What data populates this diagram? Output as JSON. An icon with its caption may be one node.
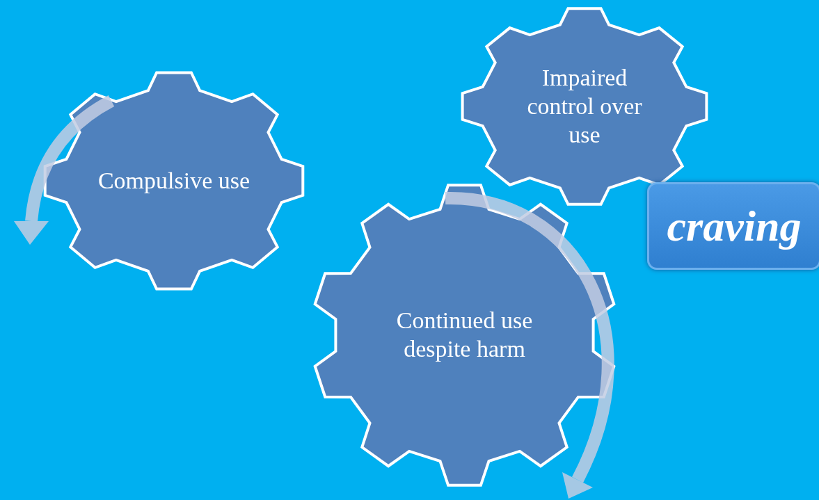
{
  "diagram": {
    "nodes": [
      {
        "text": [
          "Compulsive use"
        ]
      },
      {
        "text": [
          "Impaired control over use"
        ]
      },
      {
        "text": [
          "craving"
        ]
      },
      {
        "text": [
          "Continued use despite harm"
        ]
      }
    ]
  }
}
